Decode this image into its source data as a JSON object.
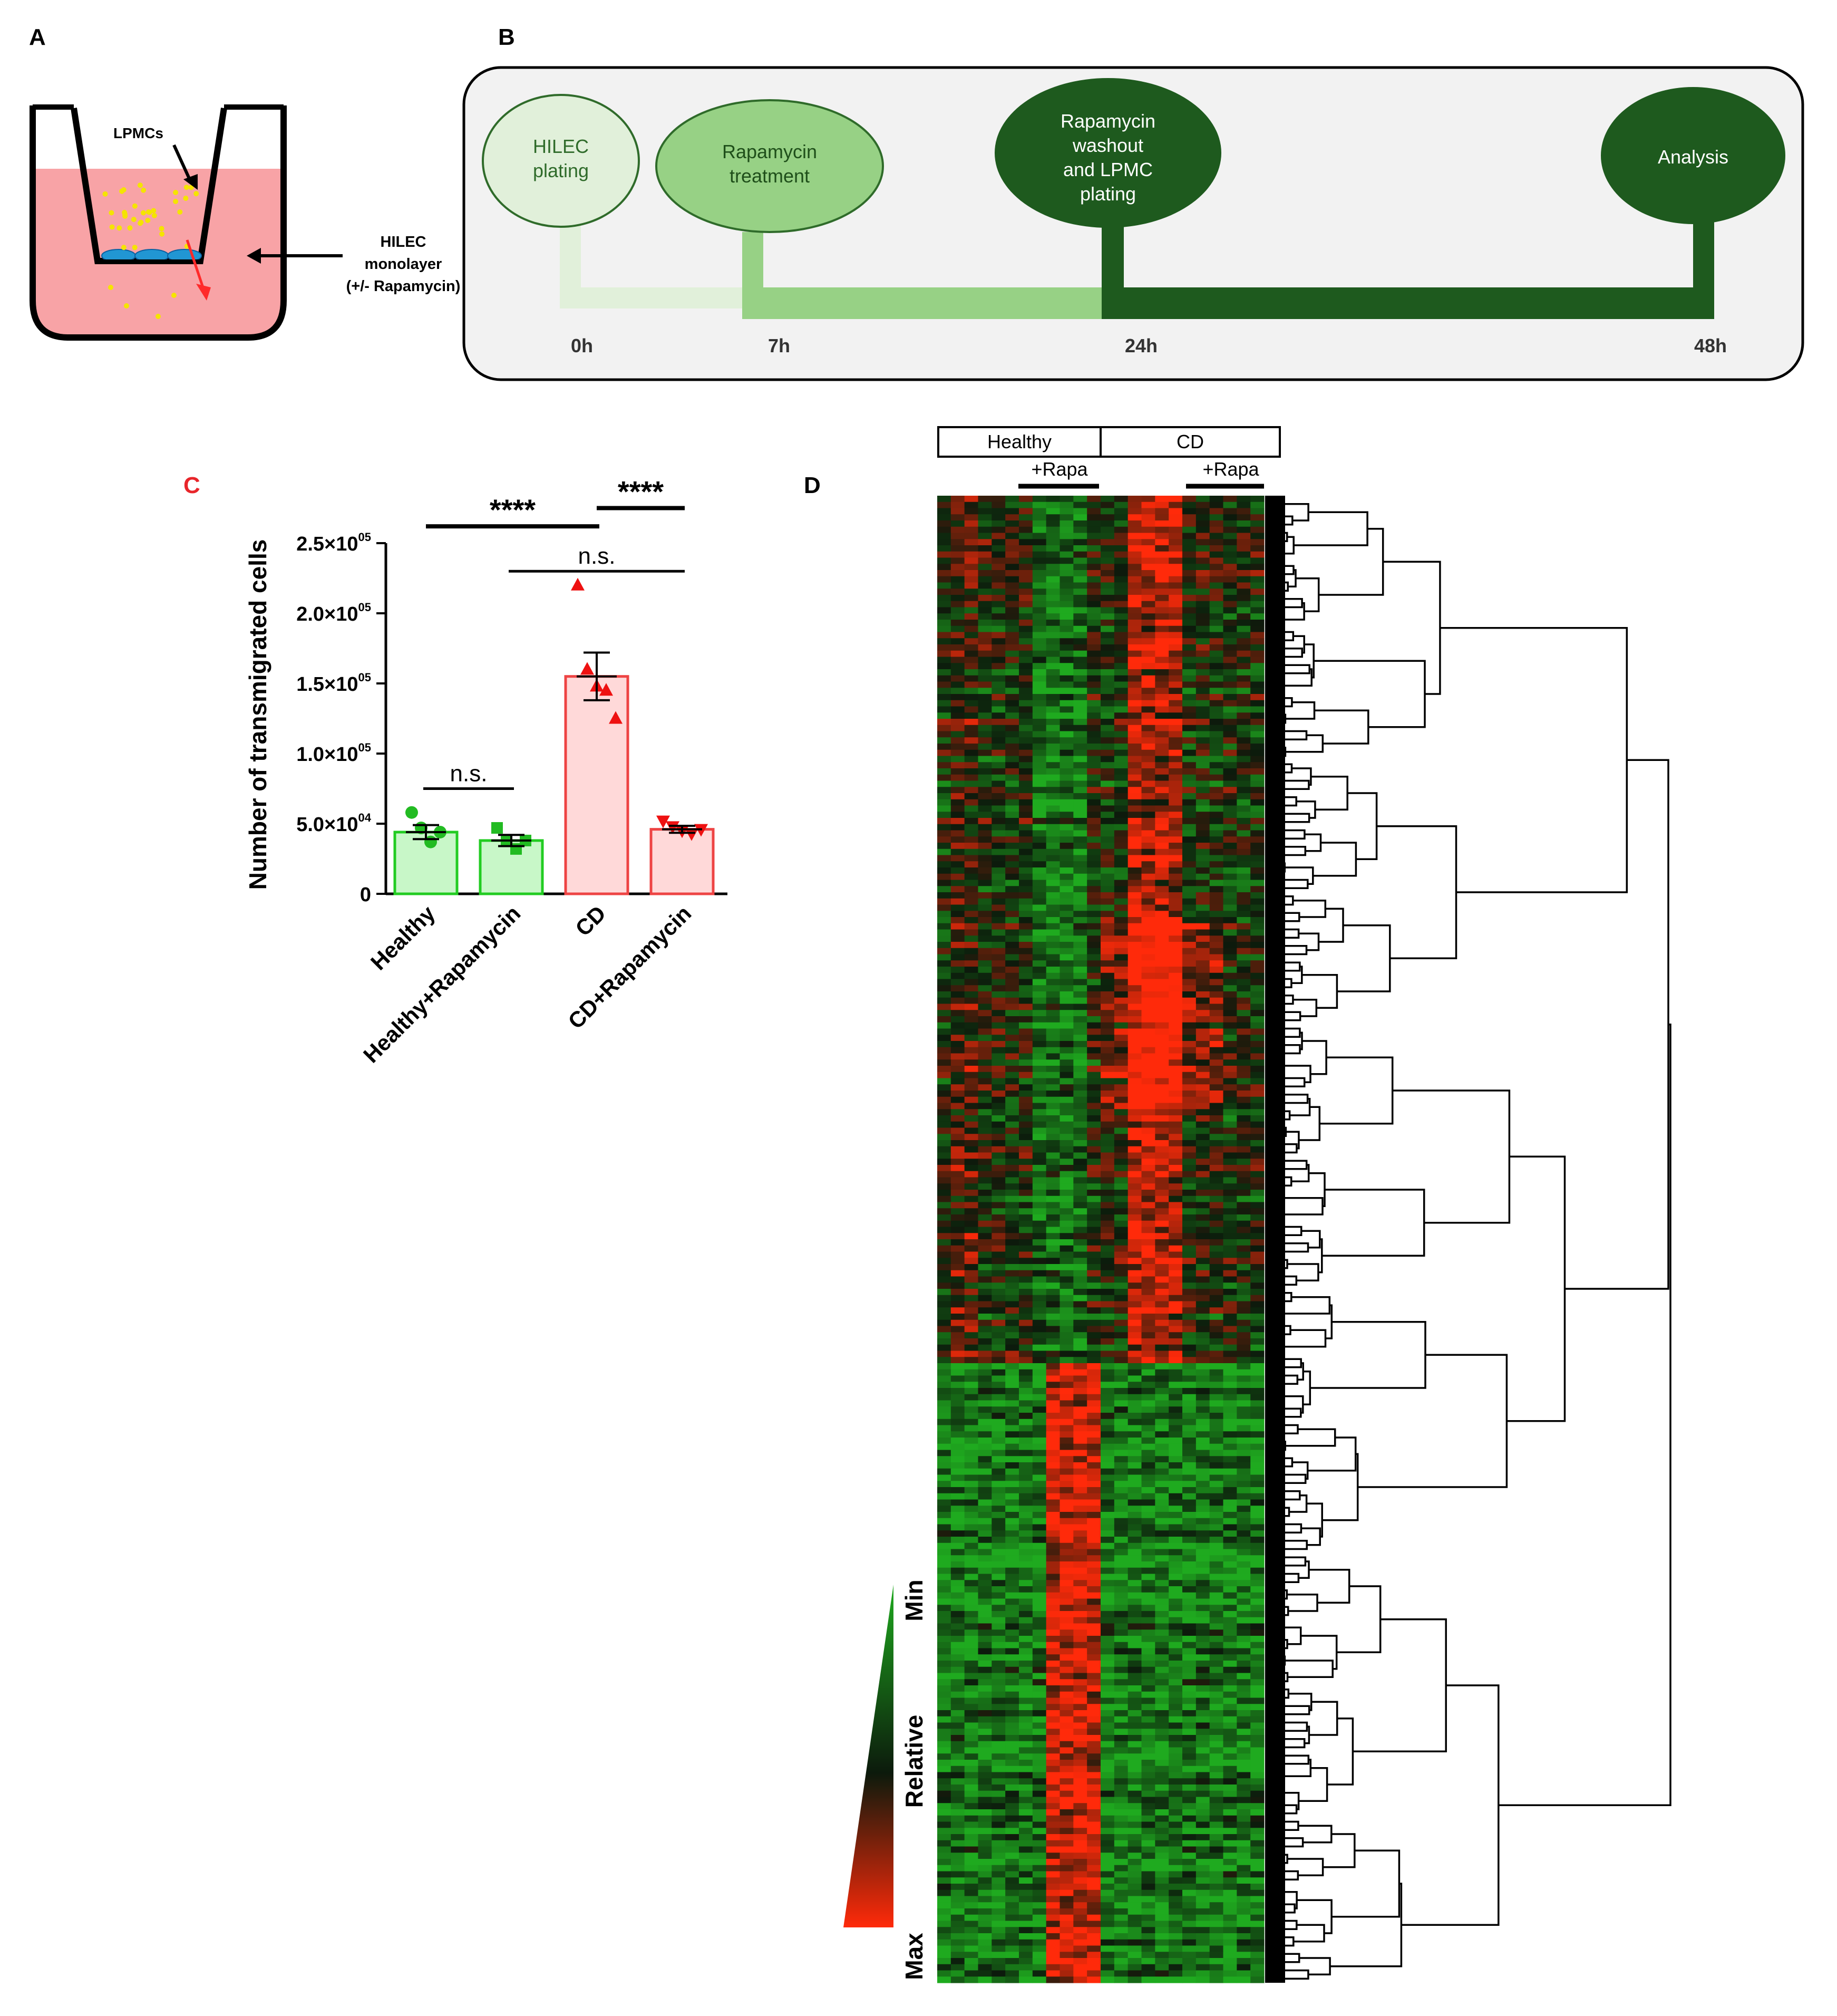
{
  "panels": {
    "a": "A",
    "b": "B",
    "c": "C",
    "d": "D"
  },
  "panel_a": {
    "lpmc_label": "LPMCs",
    "hilec_lines": [
      "HILEC",
      "monolayer",
      "(+/- Rapamycin)"
    ],
    "colors": {
      "medium": "#f8a3a6",
      "cells": "#f5e400",
      "monolayer": "#2196d3",
      "arrow": "#ff2a2a"
    }
  },
  "panel_b": {
    "steps": [
      {
        "lines": [
          "HILEC",
          "plating"
        ],
        "time": "0h",
        "fill": "#e1f0da",
        "text_color": "#2f6b2a"
      },
      {
        "lines": [
          "Rapamycin",
          "treatment"
        ],
        "time": "7h",
        "fill": "#97d185",
        "text_color": "#1f4f1a"
      },
      {
        "lines": [
          "Rapamycin",
          "washout",
          "and LPMC",
          "plating"
        ],
        "time": "24h",
        "fill": "#1e5a1e",
        "text_color": "#ffffff"
      },
      {
        "lines": [
          "Analysis"
        ],
        "time": "48h",
        "fill": "#1e5a1e",
        "text_color": "#ffffff"
      }
    ]
  },
  "chart_data": [
    {
      "type": "bar",
      "panel": "C",
      "ylabel": "Number of transmigrated cells",
      "ylim": [
        0,
        250000
      ],
      "yticks": [
        0,
        50000,
        100000,
        150000,
        200000,
        250000
      ],
      "ytick_labels": [
        {
          "mant": "0",
          "exp": ""
        },
        {
          "mant": "5.0×10",
          "exp": "04"
        },
        {
          "mant": "1.0×10",
          "exp": "05"
        },
        {
          "mant": "1.5×10",
          "exp": "05"
        },
        {
          "mant": "2.0×10",
          "exp": "05"
        },
        {
          "mant": "2.5×10",
          "exp": "05"
        }
      ],
      "categories": [
        "Healthy",
        "Healthy+Rapamycin",
        "CD",
        "CD+Rapamycin"
      ],
      "values": [
        44000,
        38000,
        155000,
        46000
      ],
      "errors": [
        5000,
        4000,
        17000,
        2500
      ],
      "points": [
        [
          58000,
          47000,
          37000,
          44000
        ],
        [
          47000,
          38000,
          32000,
          38000
        ],
        [
          220000,
          160000,
          148000,
          145000,
          125000
        ],
        [
          52000,
          48000,
          45000,
          43000,
          46000
        ]
      ],
      "markers": [
        "circle",
        "square",
        "triangle-up",
        "triangle-down"
      ],
      "bar_fills": [
        "#c8f7c8",
        "#c8f7c8",
        "#ffd9d9",
        "#ffd9d9"
      ],
      "bar_strokes": [
        "#22cc22",
        "#22cc22",
        "#ee4444",
        "#ee4444"
      ],
      "point_colors": [
        "#22bb22",
        "#22bb22",
        "#ee1111",
        "#ee1111"
      ],
      "significance": [
        {
          "label": "****",
          "from": 0,
          "to": 2,
          "y": 262000,
          "thick": true
        },
        {
          "label": "****",
          "from": 2,
          "to": 3,
          "y": 275000,
          "thick": true
        },
        {
          "label": "n.s.",
          "from": 1,
          "to": 3,
          "y": 230000,
          "thick": false
        },
        {
          "label": "n.s.",
          "from": 0,
          "to": 1,
          "y": 75000,
          "thick": false
        }
      ]
    },
    {
      "type": "heatmap",
      "panel": "D",
      "group_labels": [
        "Healthy",
        "CD"
      ],
      "treatment_labels": [
        "+Rapa",
        "+Rapa"
      ],
      "legend_title": "Relative",
      "legend_min": "Min",
      "legend_max": "Max",
      "colors": {
        "low": "#1faa1f",
        "mid": "#0c1a0c",
        "high": "#ff2a0a"
      },
      "columns": 24,
      "rows": 240,
      "dendrogram_leaves": 180
    }
  ]
}
